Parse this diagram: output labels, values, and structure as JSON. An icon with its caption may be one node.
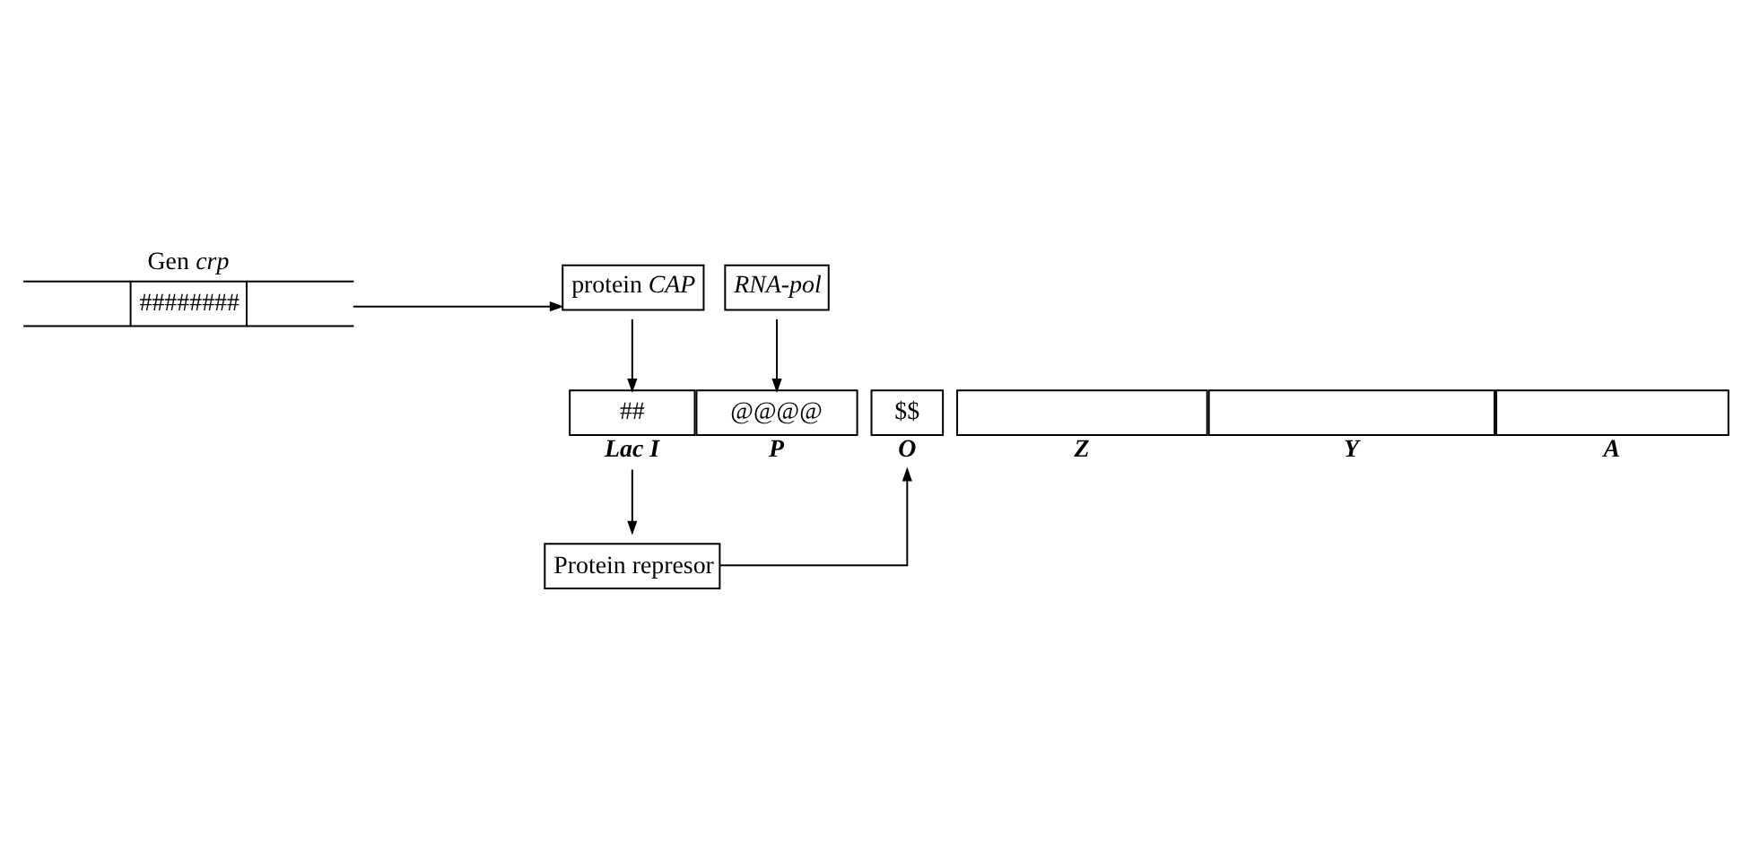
{
  "diagram": {
    "nodes": [
      {
        "text": [
          "Gen *crp*",
          "########"
        ]
      },
      {
        "text": [
          "protein *CAP*"
        ]
      },
      {
        "text": [
          "RNA-pol"
        ]
      },
      {
        "text": [
          "##"
        ],
        "beside": [
          "Lac I"
        ]
      },
      {
        "text": [
          "@@@@"
        ],
        "beside": [
          "P"
        ]
      },
      {
        "text": [
          "$$"
        ],
        "beside": [
          "O"
        ]
      },
      {
        "text": [],
        "shape": "box",
        "beside": [
          "Z"
        ]
      },
      {
        "text": [],
        "shape": "box",
        "beside": [
          "Y"
        ]
      },
      {
        "text": [],
        "shape": "box",
        "beside": [
          "A"
        ]
      },
      {
        "text": [
          "Protein represor"
        ]
      }
    ],
    "edges": [
      {
        "from": 0,
        "to": 1,
        "arrow": "to"
      },
      {
        "from": 1,
        "to": 3,
        "arrow": "to"
      },
      {
        "from": 2,
        "to": 4,
        "arrow": "to"
      },
      {
        "from": 9,
        "to": 5,
        "arrow": "to"
      },
      {
        "from": 3,
        "to": 9,
        "arrow": "to"
      }
    ]
  }
}
